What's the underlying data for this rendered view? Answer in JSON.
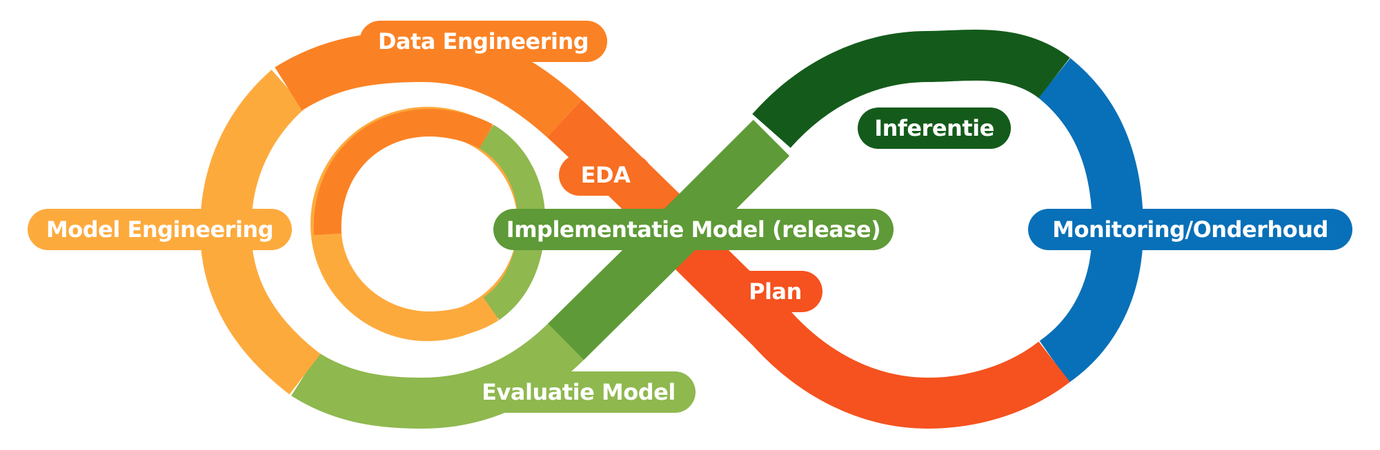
{
  "colors": {
    "data_engineering": "#FB8224",
    "model_engineering": "#FDAA3D",
    "evaluation": "#8FB84F",
    "deployment": "#5E9A37",
    "inference": "#145B1B",
    "monitoring": "#0870B8",
    "plan": "#F5521F",
    "eda": "#F86E22"
  },
  "labels": {
    "data_engineering": "Data Engineering",
    "model_engineering": "Model Engineering",
    "eda": "EDA",
    "deployment": "Implementatie Model (release)",
    "inference": "Inferentie",
    "monitoring": "Monitoring/Onderhoud",
    "plan": "Plan",
    "evaluation": "Evaluatie Model"
  }
}
